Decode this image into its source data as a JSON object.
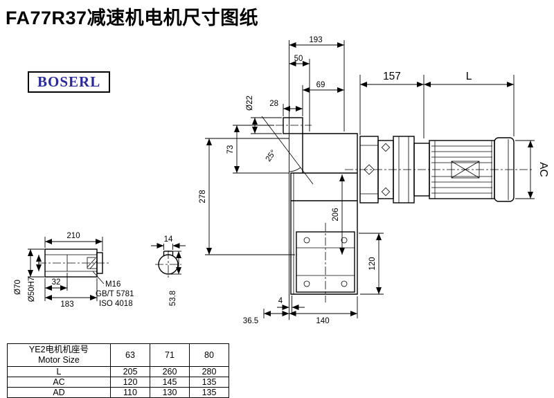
{
  "page": {
    "title": "FA77R37减速机电机尺寸图纸",
    "brand": "BOSERL"
  },
  "dims": {
    "w193": "193",
    "w50": "50",
    "w69": "69",
    "w28": "28",
    "dia22": "Ø22",
    "h73": "73",
    "ang25": "25°",
    "h278": "278",
    "w157": "157",
    "wL": "L",
    "hAC": "AC",
    "h206": "206",
    "h120": "120",
    "w4": "4",
    "w36_5": "36.5",
    "w140": "140"
  },
  "shaft_detail": {
    "w210": "210",
    "w14": "14",
    "dia70": "Ø70",
    "dia50h7": "Ø50H7",
    "w32": "32",
    "w183": "183",
    "thread": "M16",
    "std1": "GB/T 5781",
    "std2": "ISO 4018",
    "h53_8": "53.8"
  },
  "table": {
    "header": {
      "line1": "YE2电机机座号",
      "line2": "Motor Size",
      "cols": [
        "63",
        "71",
        "80"
      ]
    },
    "rows": [
      {
        "label": "L",
        "values": [
          "205",
          "260",
          "280"
        ]
      },
      {
        "label": "AC",
        "values": [
          "120",
          "145",
          "135"
        ]
      },
      {
        "label": "AD",
        "values": [
          "110",
          "130",
          "135"
        ]
      }
    ]
  }
}
